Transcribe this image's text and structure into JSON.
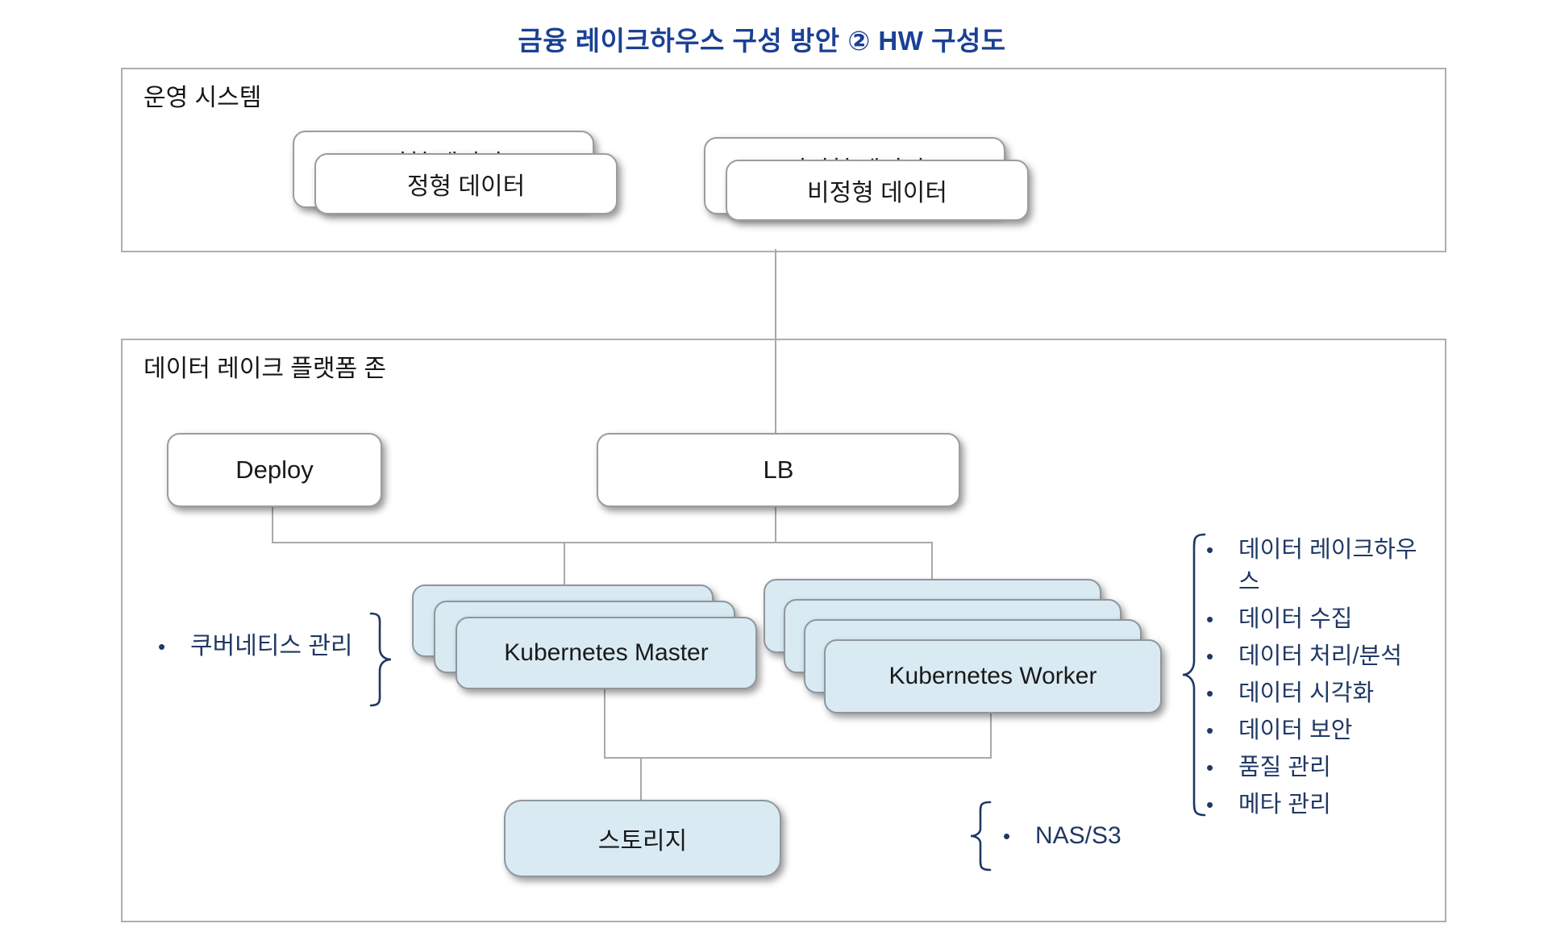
{
  "title": "금융 레이크하우스 구성 방안 ② HW 구성도",
  "colors": {
    "title_navy": "#1b4094",
    "annotation_navy": "#1f3864",
    "node_blue_fill": "#d9eaf3",
    "connector_gray": "#a9a9a9"
  },
  "operations_zone": {
    "label": "운영 시스템",
    "cards": [
      {
        "label": "정형 데이터"
      },
      {
        "label": "비정형 데이터"
      }
    ]
  },
  "platform_zone": {
    "label": "데이터 레이크 플랫폼 존",
    "deploy_label": "Deploy",
    "lb_label": "LB",
    "master_label": "Kubernetes Master",
    "worker_label": "Kubernetes Worker",
    "storage_label": "스토리지",
    "master_annotation": {
      "items": [
        "쿠버네티스 관리"
      ]
    },
    "worker_annotation": {
      "items": [
        "데이터 레이크하우스",
        "데이터 수집",
        "데이터 처리/분석",
        "데이터 시각화",
        "데이터 보안",
        "품질 관리",
        "메타 관리"
      ]
    },
    "storage_annotation": {
      "items": [
        "NAS/S3"
      ]
    }
  }
}
